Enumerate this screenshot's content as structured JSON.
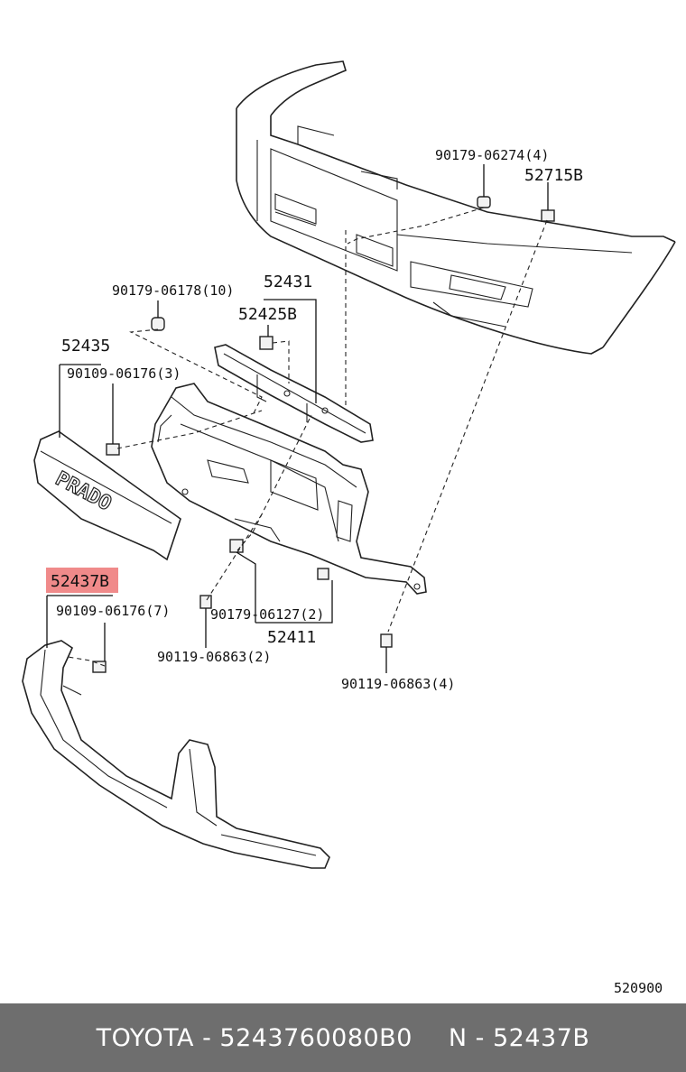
{
  "colors": {
    "highlight": "#f08a8a",
    "footer_bg": "#6e6e6e",
    "line": "#222222"
  },
  "labels": {
    "p90179_06274": "90179-06274(4)",
    "p52715b": "52715B",
    "p90179_06178": "90179-06178(10)",
    "p52431": "52431",
    "p52425b": "52425B",
    "p52435": "52435",
    "p90109_06176_3": "90109-06176(3)",
    "p52437b": "52437B",
    "p90109_06176_7": "90109-06176(7)",
    "p90179_06127": "90179-06127(2)",
    "p52411": "52411",
    "p90119_06863_2": "90119-06863(2)",
    "p90119_06863_4": "90119-06863(4)",
    "emblem": "PRADO",
    "ref": "520900"
  },
  "footer": {
    "left": "TOYOTA - 5243760080B0",
    "right": "N - 52437B"
  }
}
